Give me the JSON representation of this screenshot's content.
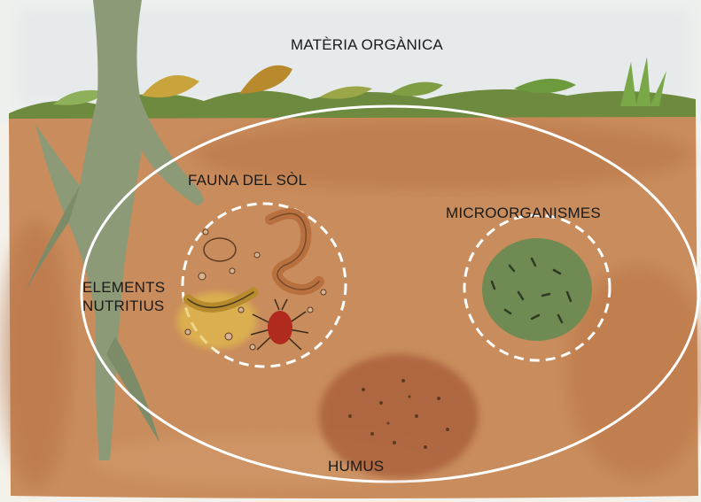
{
  "labels": {
    "materia_organica": "MATÈRIA ORGÀNICA",
    "fauna_del_sol": "FAUNA DEL SÒL",
    "microorganismes": "MICROORGANISMES",
    "elements_nutritius_line1": "ELEMENTS",
    "elements_nutritius_line2": "NUTRITIUS",
    "humus": "HUMUS"
  },
  "colors": {
    "sky": "#eef0ee",
    "soil": "#c98c5c",
    "soil_dark": "#a8643a",
    "roots": "#8c9a78",
    "leaves": "#7fa04a",
    "micro": "#6f8a52",
    "humus": "#a95f3a",
    "ellipse": "#ffffff"
  }
}
